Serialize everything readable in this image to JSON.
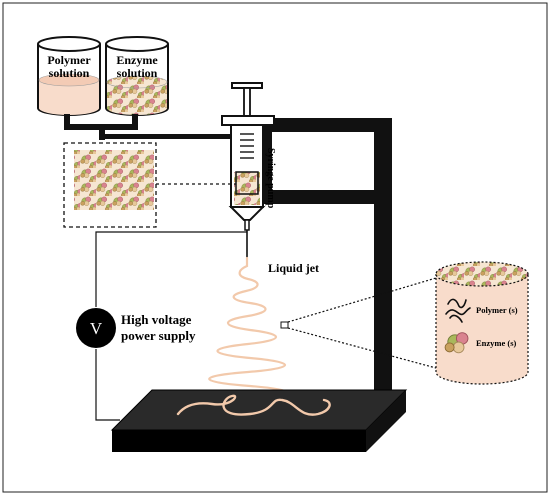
{
  "labels": {
    "polymer_solution_line1": "Polymer",
    "polymer_solution_line2": "solution",
    "enzyme_solution_line1": "Enzyme",
    "enzyme_solution_line2": "solution",
    "syringe_pump": "Syringe pump",
    "liquid_jet": "Liquid jet",
    "voltage_symbol": "V",
    "power_supply_line1": "High voltage",
    "power_supply_line2": "power supply",
    "legend_polymer": "Polymer (s)",
    "legend_enzyme": "Enzyme (s)"
  },
  "colors": {
    "frame": "#111111",
    "solution_fill": "#f8dccb",
    "fiber": "#f2c9ab",
    "enzyme_green": "#a9b85b",
    "enzyme_pink": "#d9838f",
    "enzyme_tan": "#e7c89a",
    "plate_top": "#2a2a2a",
    "plate_side": "#000000"
  }
}
